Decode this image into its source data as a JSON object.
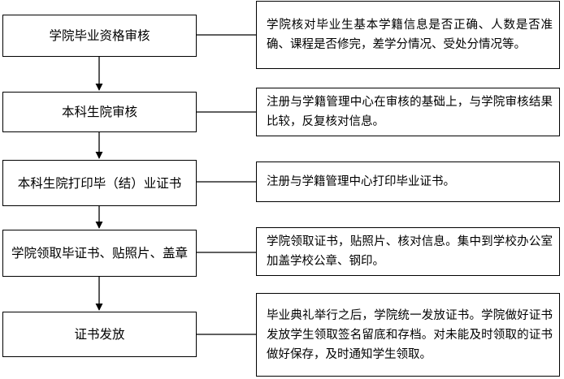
{
  "steps": [
    {
      "label": "学院毕业资格审核"
    },
    {
      "label": "本科生院审核"
    },
    {
      "label": "本科生院打印毕（结）业证书"
    },
    {
      "label": "学院领取毕证书、贴照片、盖章"
    },
    {
      "label": "证书发放"
    }
  ],
  "notes": [
    {
      "text": "学院核对毕业生基本学籍信息是否正确、人数是否准确、课程是否修完，差学分情况、受处分情况等。"
    },
    {
      "text": "注册与学籍管理中心在审核的基础上，与学院审核结果比较，反复核对信息。"
    },
    {
      "text": "注册与学籍管理中心打印毕业证书。"
    },
    {
      "text": "学院领取证书，贴照片、核对信息。集中到学校办公室加盖学校公章、钢印。"
    },
    {
      "text": "毕业典礼举行之后，学院统一发放证书。学院做好证书发放学生领取签名留底和存档。对未能及时领取的证书做好保存，及时通知学生领取。"
    }
  ]
}
